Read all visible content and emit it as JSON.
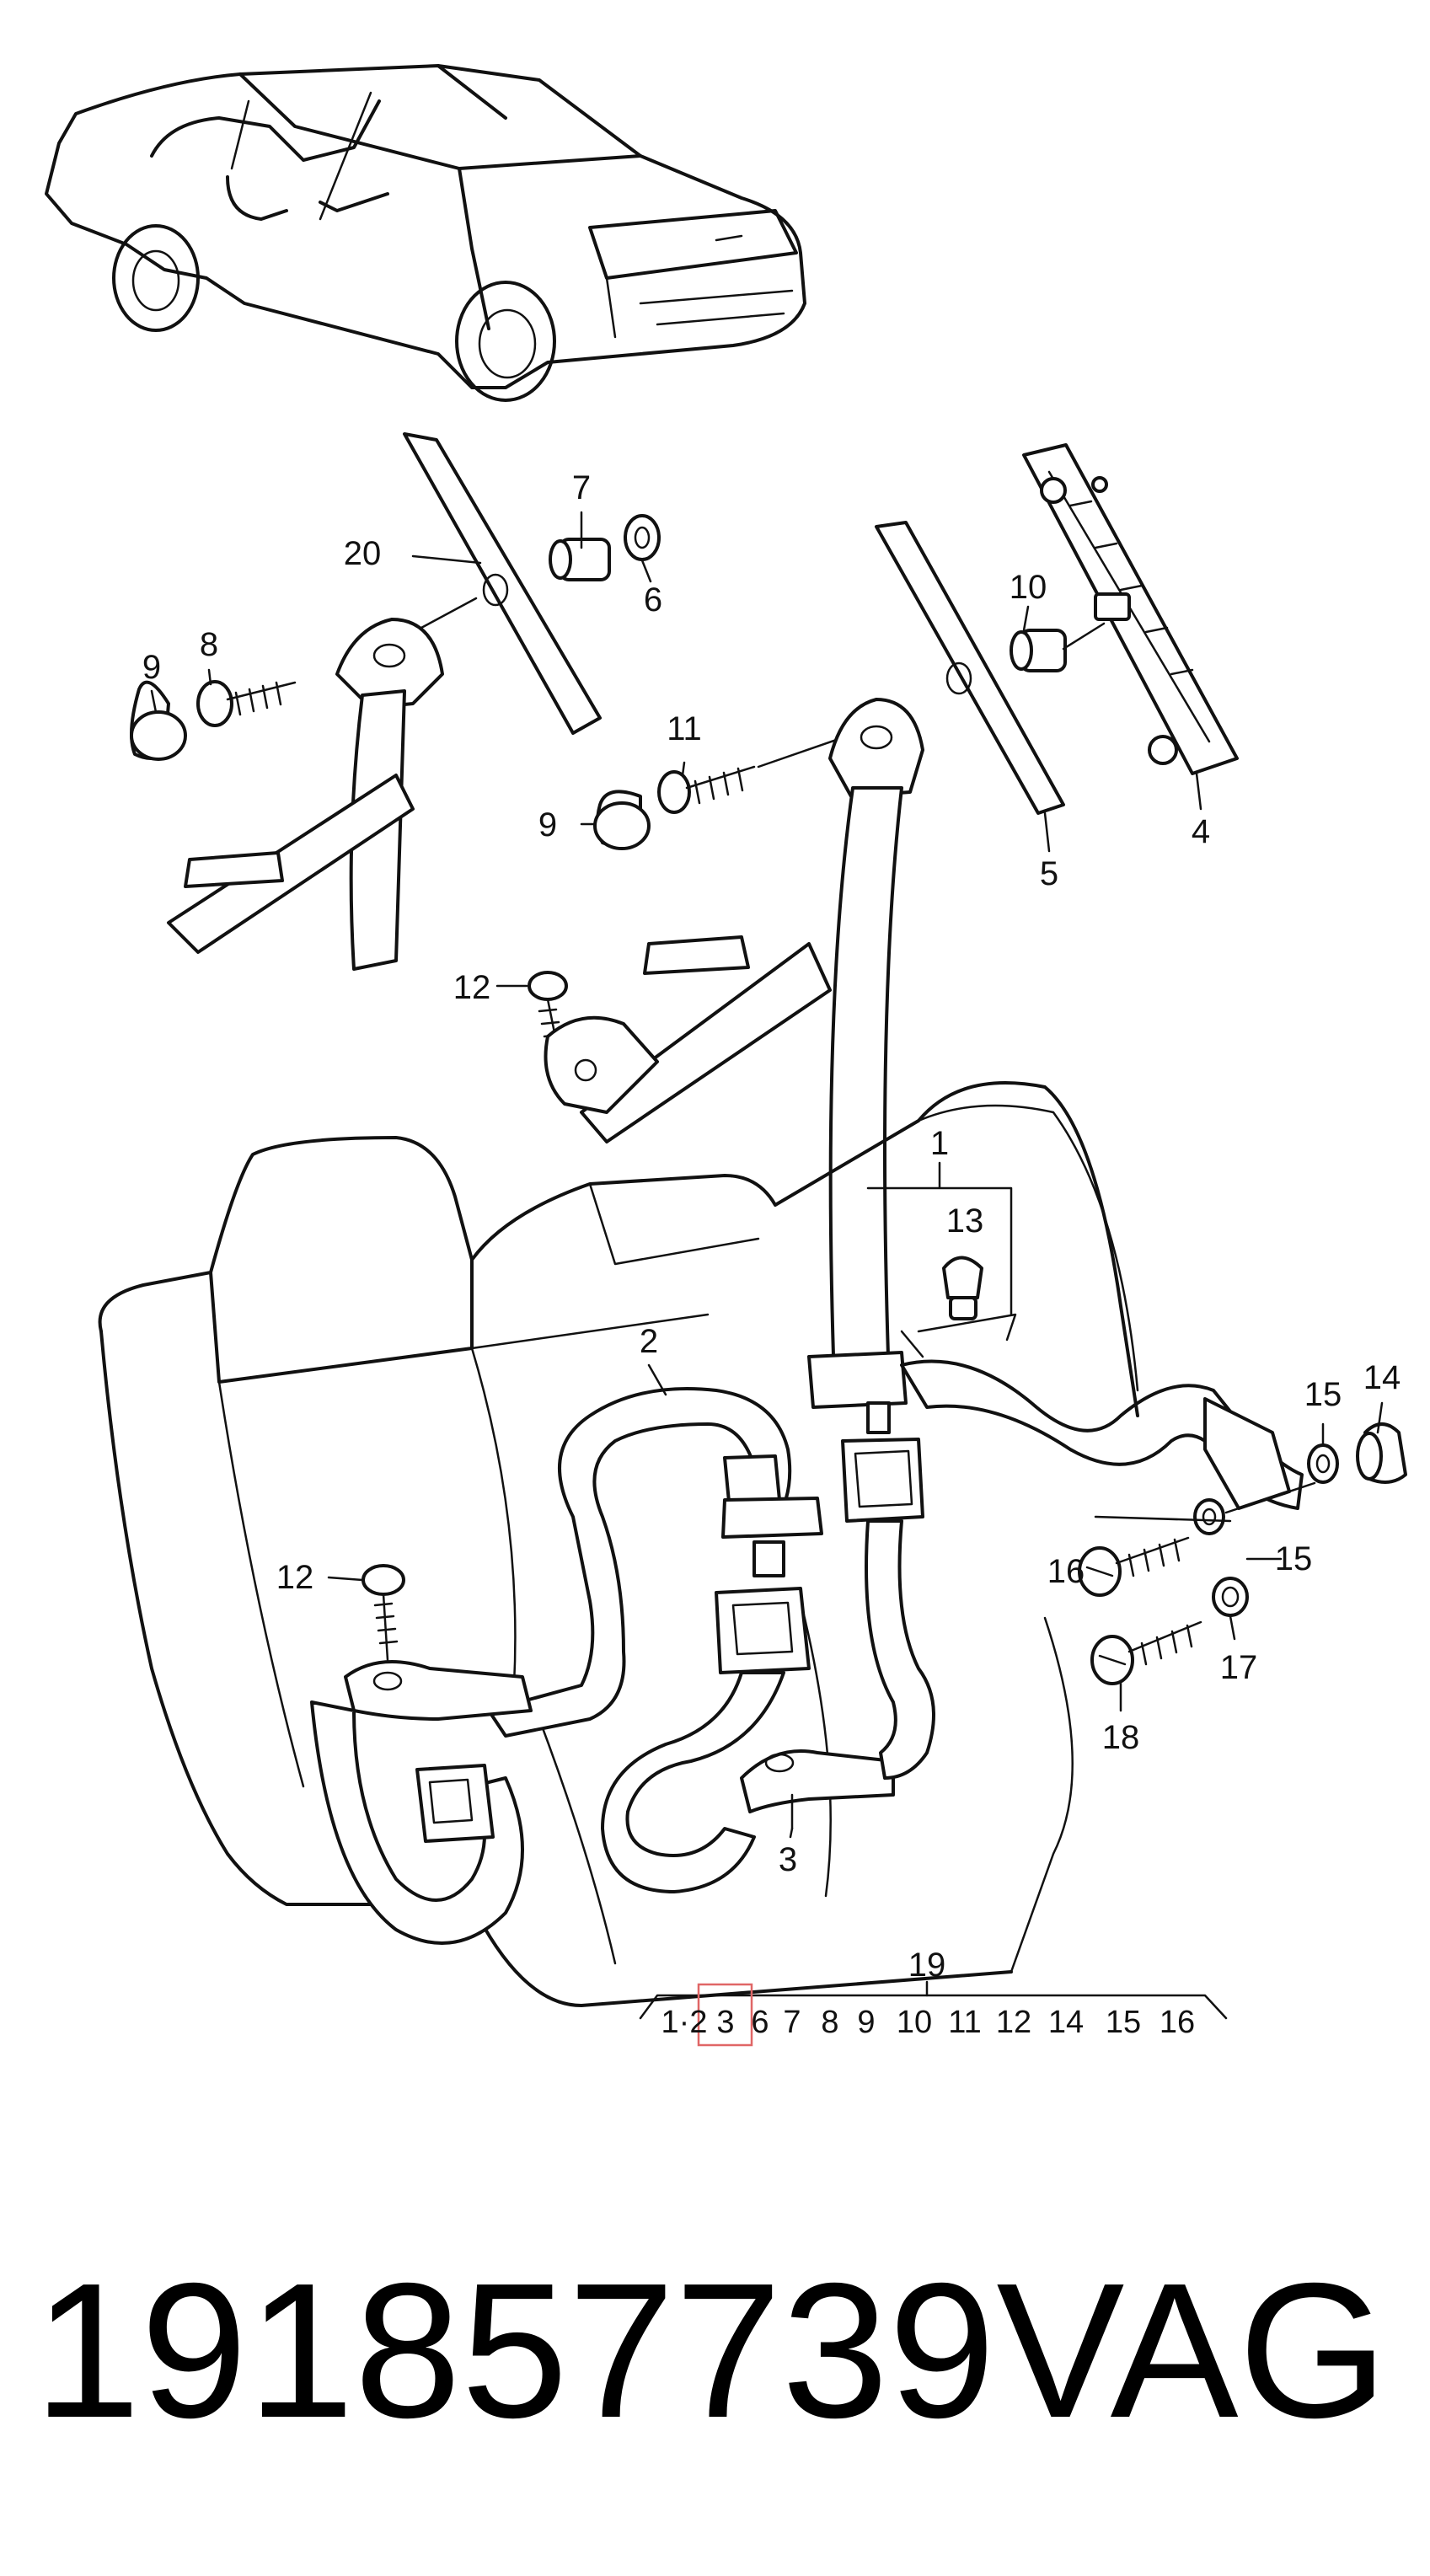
{
  "caption": {
    "part_number": "191857739",
    "brand": "VAG"
  },
  "callouts": [
    "20",
    "7",
    "6",
    "9",
    "8",
    "10",
    "4",
    "11",
    "9",
    "5",
    "12",
    "1",
    "13",
    "2",
    "15",
    "14",
    "12",
    "16",
    "15",
    "17",
    "18",
    "3",
    "19"
  ],
  "index_strip": {
    "items": [
      "1·2",
      "3",
      "6",
      "7",
      "8",
      "9",
      "10",
      "11",
      "12",
      "14",
      "15",
      "16"
    ],
    "highlighted": "3",
    "highlight_color": "#e06666"
  }
}
